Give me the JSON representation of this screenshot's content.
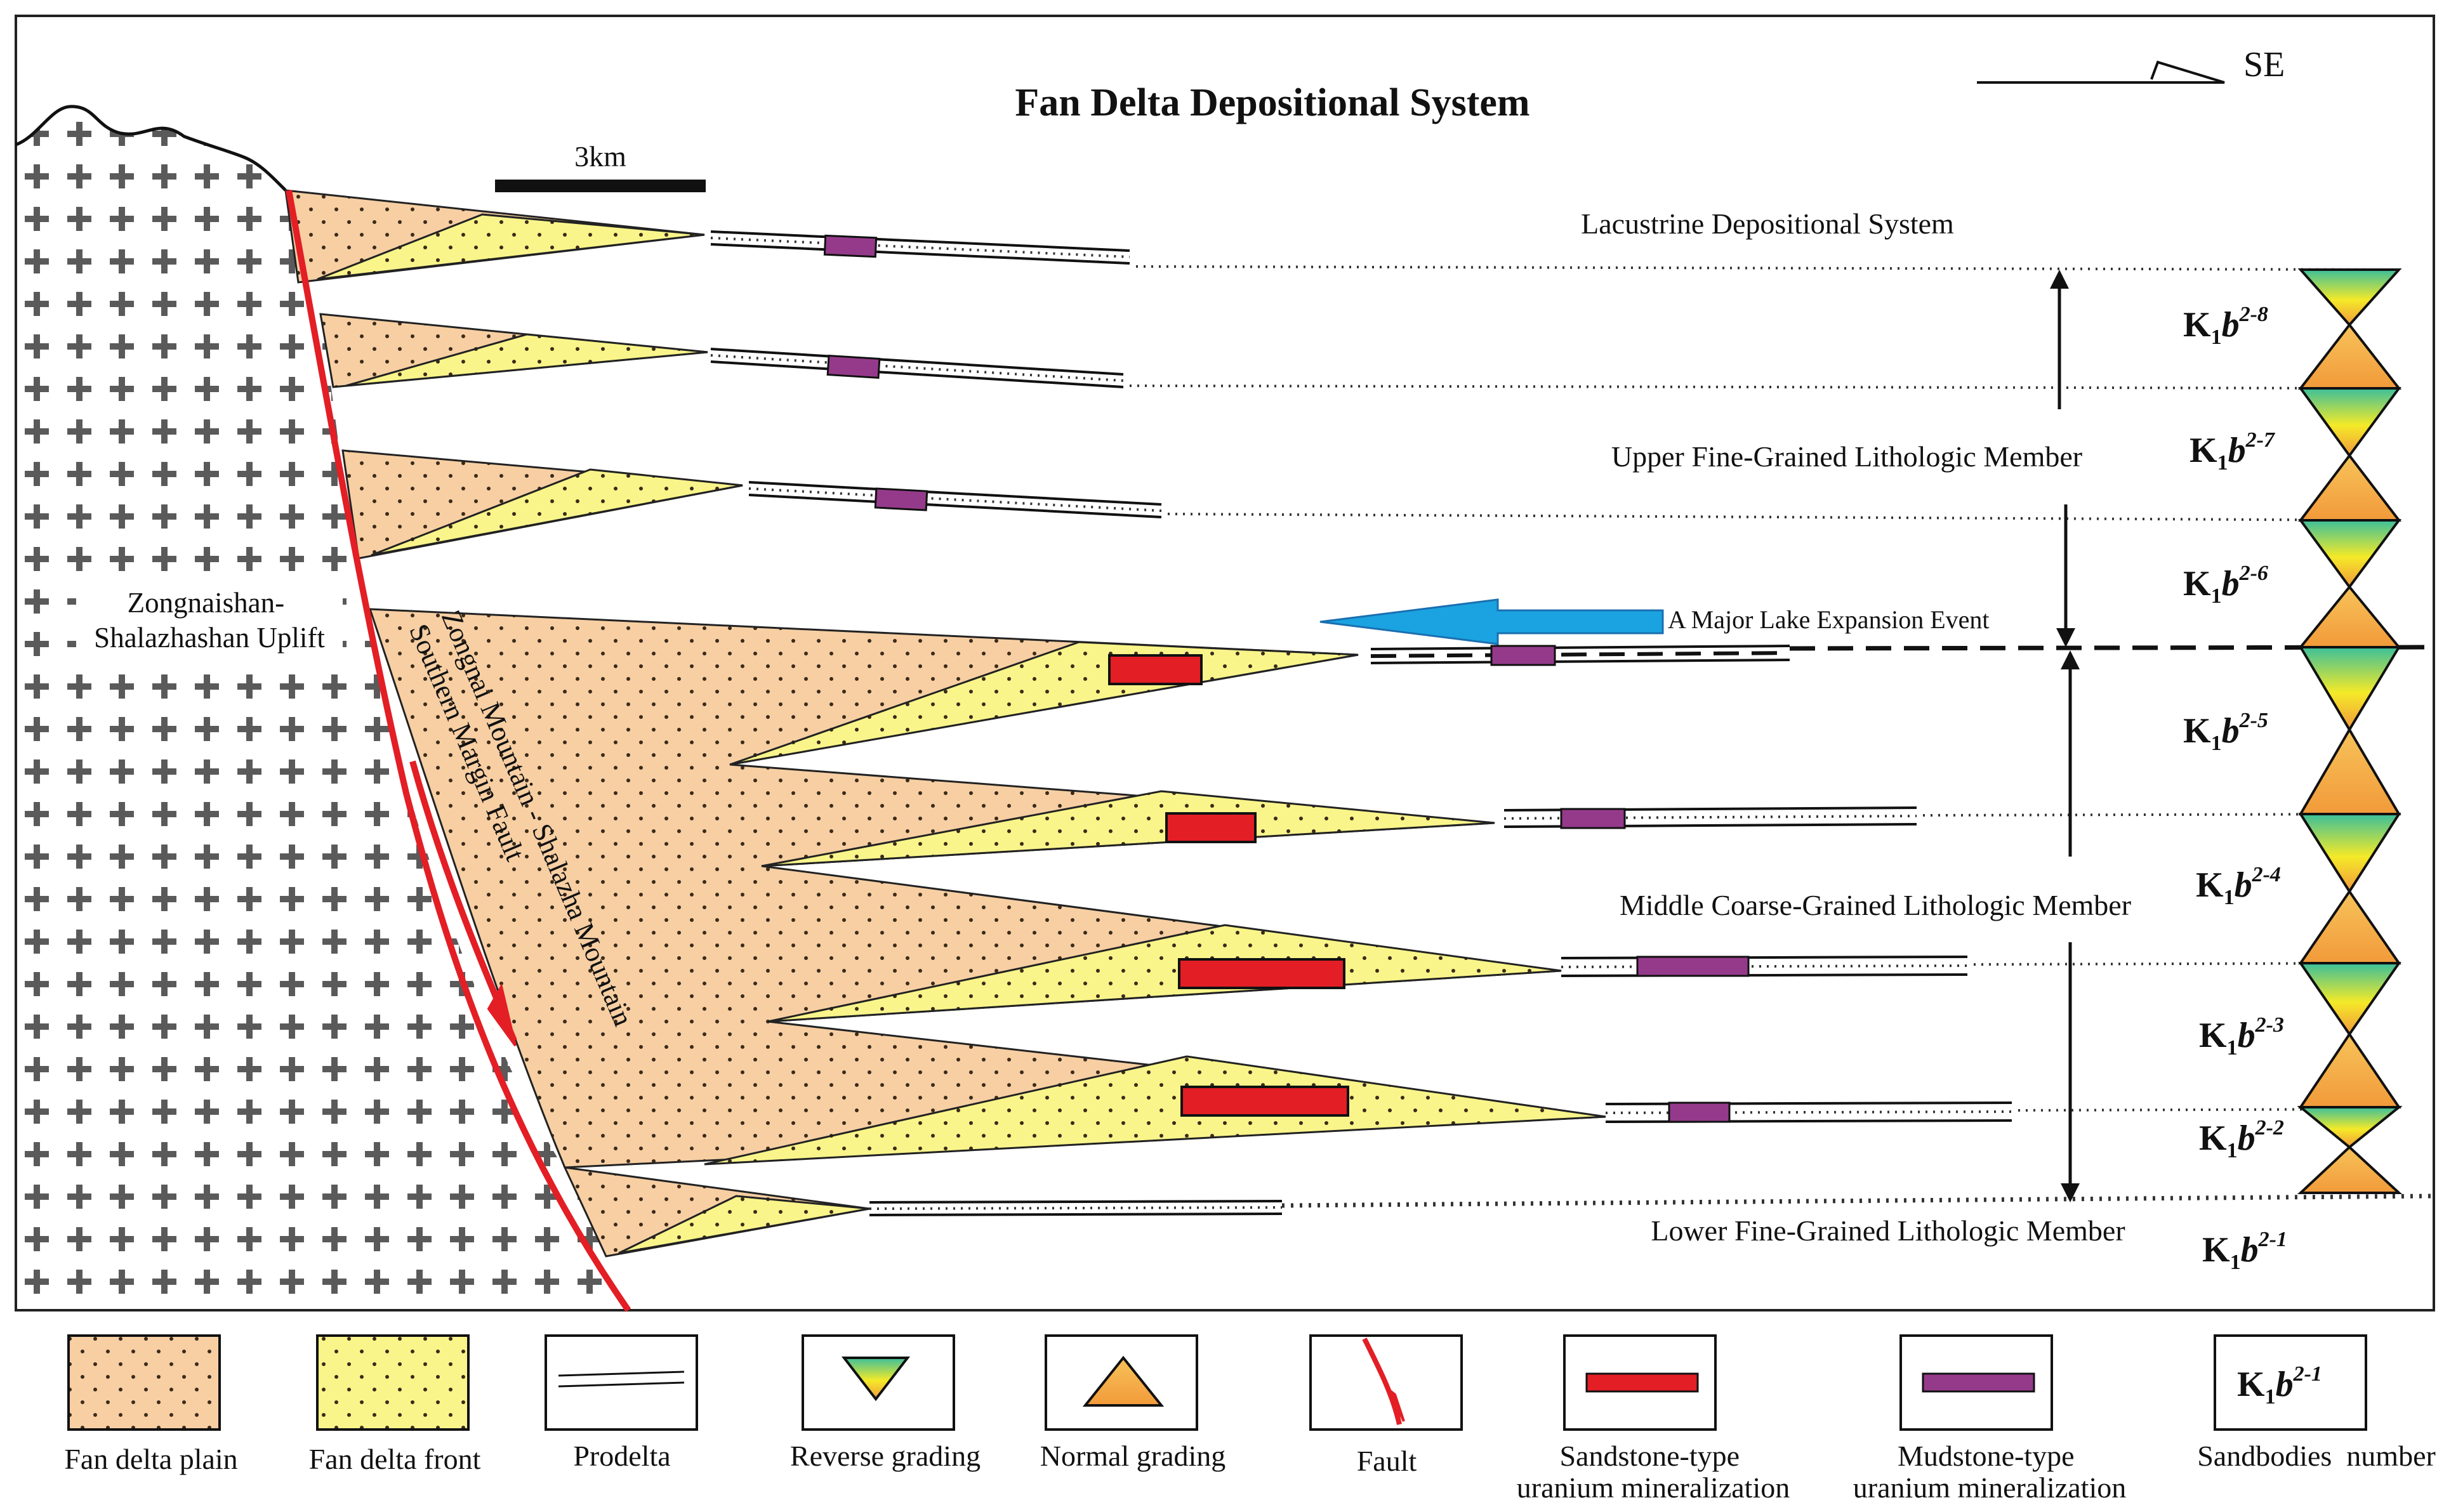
{
  "title": "Fan Delta Depositional System",
  "scale_label": "3km",
  "direction_label": "SE",
  "uplift_label": [
    "Zongnaishan-",
    "Shalazhashan Uplift"
  ],
  "fault_label": [
    "Zongnai Mountain - Shalazha Mountain",
    "Southern Margin Fault"
  ],
  "section_labels": {
    "lacustrine": "Lacustrine Depositional System",
    "upper": "Upper Fine-Grained Lithologic Member",
    "expansion": "A Major Lake Expansion Event",
    "middle": "Middle Coarse-Grained Lithologic Member",
    "lower": "Lower Fine-Grained Lithologic Member"
  },
  "sandbody_prefix": "K",
  "sandbody_subscript": "1",
  "sandbody_letter": "b",
  "sandbodies": [
    "2-8",
    "2-7",
    "2-6",
    "2-5",
    "2-4",
    "2-3",
    "2-2",
    "2-1"
  ],
  "legend": [
    {
      "key": "fan-delta-plain",
      "label": "Fan delta plain"
    },
    {
      "key": "fan-delta-front",
      "label": "Fan delta front"
    },
    {
      "key": "prodelta",
      "label": "Prodelta"
    },
    {
      "key": "reverse-grading",
      "label": "Reverse grading"
    },
    {
      "key": "normal-grading",
      "label": "Normal grading"
    },
    {
      "key": "fault",
      "label": "Fault"
    },
    {
      "key": "sandstone-uranium",
      "label": [
        "Sandstone-type",
        "uranium mineralization"
      ]
    },
    {
      "key": "mudstone-uranium",
      "label": [
        "Mudstone-type",
        "uranium mineralization"
      ]
    },
    {
      "key": "sandbodies-number",
      "label": "Sandbodies  number",
      "sample": "2-1"
    }
  ],
  "colors": {
    "plain": "#f7cfa3",
    "front": "#f9f58a",
    "fault": "#e31e25",
    "sandstone": "#e31e25",
    "mudstone": "#953a8b",
    "arrow": "#1aa3e0",
    "grading_green": "#3cbf9a",
    "grading_yellow": "#f4ea28",
    "grading_orange": "#f29a3a",
    "uplift": "#5a5a5a"
  }
}
